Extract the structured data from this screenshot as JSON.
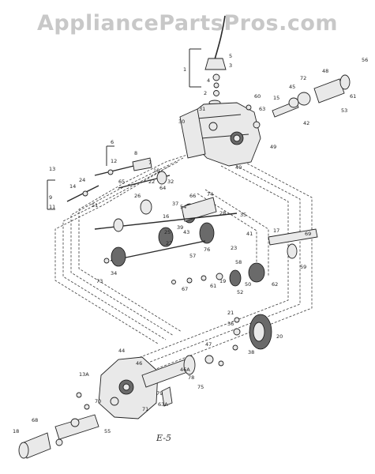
{
  "watermark": "AppliancePartsPros.com",
  "diagram": {
    "caption": "E-5",
    "callouts": [
      "56",
      "1",
      "5",
      "3",
      "4",
      "2",
      "45",
      "72",
      "48",
      "60",
      "63",
      "15",
      "31",
      "61",
      "53",
      "42",
      "30",
      "40",
      "49",
      "6",
      "7",
      "8",
      "9",
      "10",
      "11",
      "12",
      "13",
      "24",
      "14",
      "51",
      "22",
      "65",
      "64",
      "26",
      "32",
      "66",
      "74",
      "54",
      "28",
      "16",
      "37",
      "39",
      "35",
      "17",
      "27",
      "57",
      "69",
      "41",
      "23",
      "25",
      "43",
      "76",
      "59",
      "73",
      "34",
      "58",
      "62",
      "61",
      "67",
      "19",
      "20",
      "21",
      "36",
      "38",
      "50",
      "52",
      "44",
      "46",
      "47",
      "70",
      "71",
      "75",
      "78",
      "13A",
      "79",
      "63A",
      "46A",
      "55",
      "68",
      "18"
    ]
  }
}
